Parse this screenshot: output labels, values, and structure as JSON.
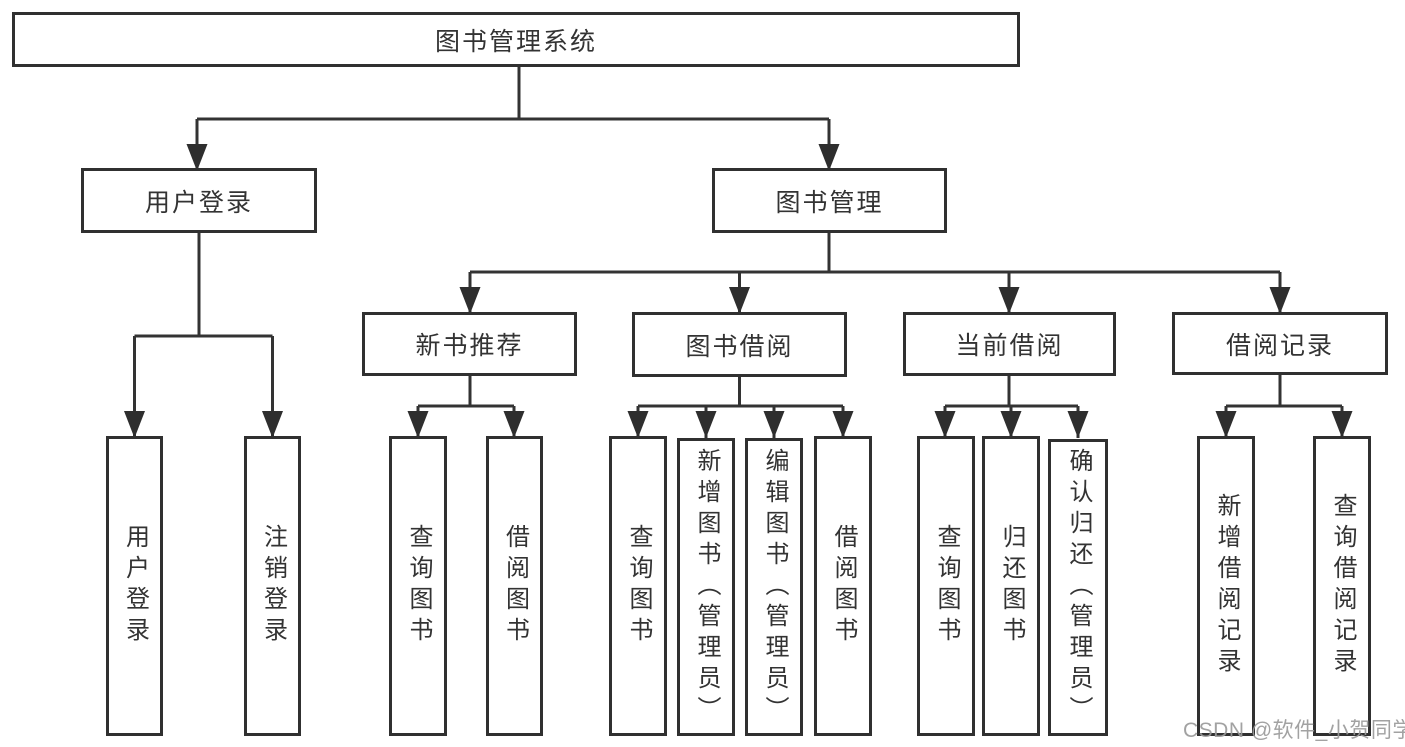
{
  "diagram": {
    "title": "图书管理系统",
    "root": "图书管理系统",
    "user_login": {
      "label": "用户登录",
      "children": [
        "用户登录",
        "注销登录"
      ]
    },
    "book_management": {
      "label": "图书管理",
      "groups": [
        {
          "label": "新书推荐",
          "children": [
            "查询图书",
            "借阅图书"
          ]
        },
        {
          "label": "图书借阅",
          "children": [
            "查询图书",
            "新增图书（管理员）",
            "编辑图书（管理员）",
            "借阅图书"
          ]
        },
        {
          "label": "当前借阅",
          "children": [
            "查询图书",
            "归还图书",
            "确认归还（管理员）"
          ]
        },
        {
          "label": "借阅记录",
          "children": [
            "新增借阅记录",
            "查询借阅记录"
          ]
        }
      ]
    }
  },
  "watermark": "CSDN @软件_小贺同学",
  "colors": {
    "line": "#333333",
    "arrow": "#2e2e2e",
    "box_border": "#303030",
    "text": "#333333",
    "background": "#ffffff",
    "watermark": "#9b9b9b"
  }
}
